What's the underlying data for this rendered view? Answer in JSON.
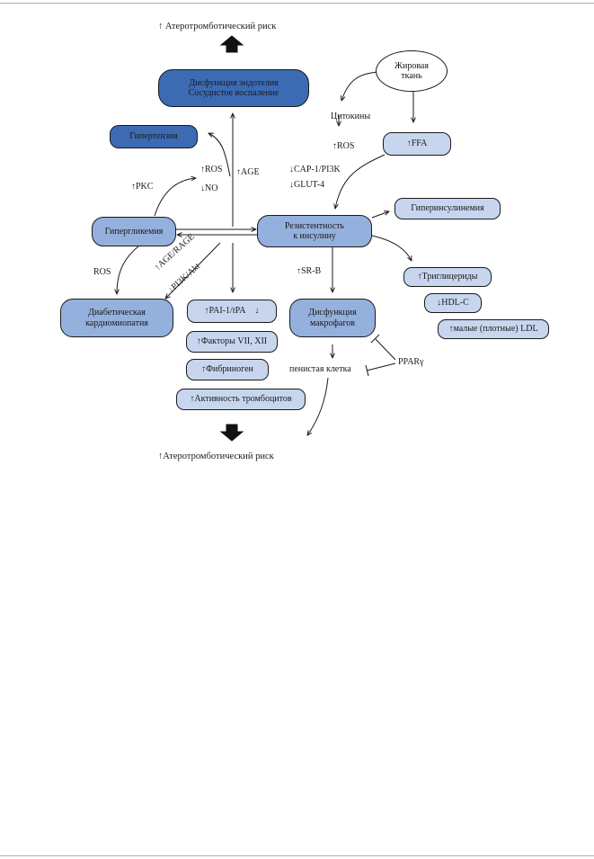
{
  "top_risk": "Атеротромботический риск",
  "bottom_risk": "Атеротромботический риск",
  "nodes": {
    "endothelium_line1": "Дисфункция эндотелия",
    "endothelium_line2": "Сосудистое воспаление",
    "hypertension": "Гипертензия",
    "hyperglycemia": "Гипергликемия",
    "insulin_resistance_line1": "Резистентность",
    "insulin_resistance_line2": "к инсулину",
    "hyperinsulinemia": "Гиперинсулинемия",
    "adipose_line1": "Жировая",
    "adipose_line2": "ткань",
    "ffa": "FFA",
    "cardiomyopathy_line1": "Диабетическая",
    "cardiomyopathy_line2": "кардиомиопатия",
    "pai": "PAI-1/tPA",
    "factors": "Факторы VII, XII",
    "fibrinogen": "Фибриноген",
    "platelets": "Активность тромбоцитов",
    "macrophage_line1": "Дисфункция",
    "macrophage_line2": "макрофагов",
    "triglycerides": "Триглицериды",
    "hdl": "HDL-C",
    "ldl": "малые (плотные) LDL"
  },
  "labels": {
    "cytokines": "Цитокины",
    "ros_right": "ROS",
    "cap": "CAP-1/PI3K",
    "glut": "GLUT-4",
    "ros_mid": "ROS",
    "no": "NO",
    "age": "AGE",
    "pkc": "PKC",
    "ros_left": "ROS",
    "age_rage": "AGE/RAGE",
    "pi3k_akt": "PI3K/Akt",
    "sr_b": "SR-B",
    "foam_cell": "пенистая клетка",
    "ppar": "PPARγ"
  }
}
